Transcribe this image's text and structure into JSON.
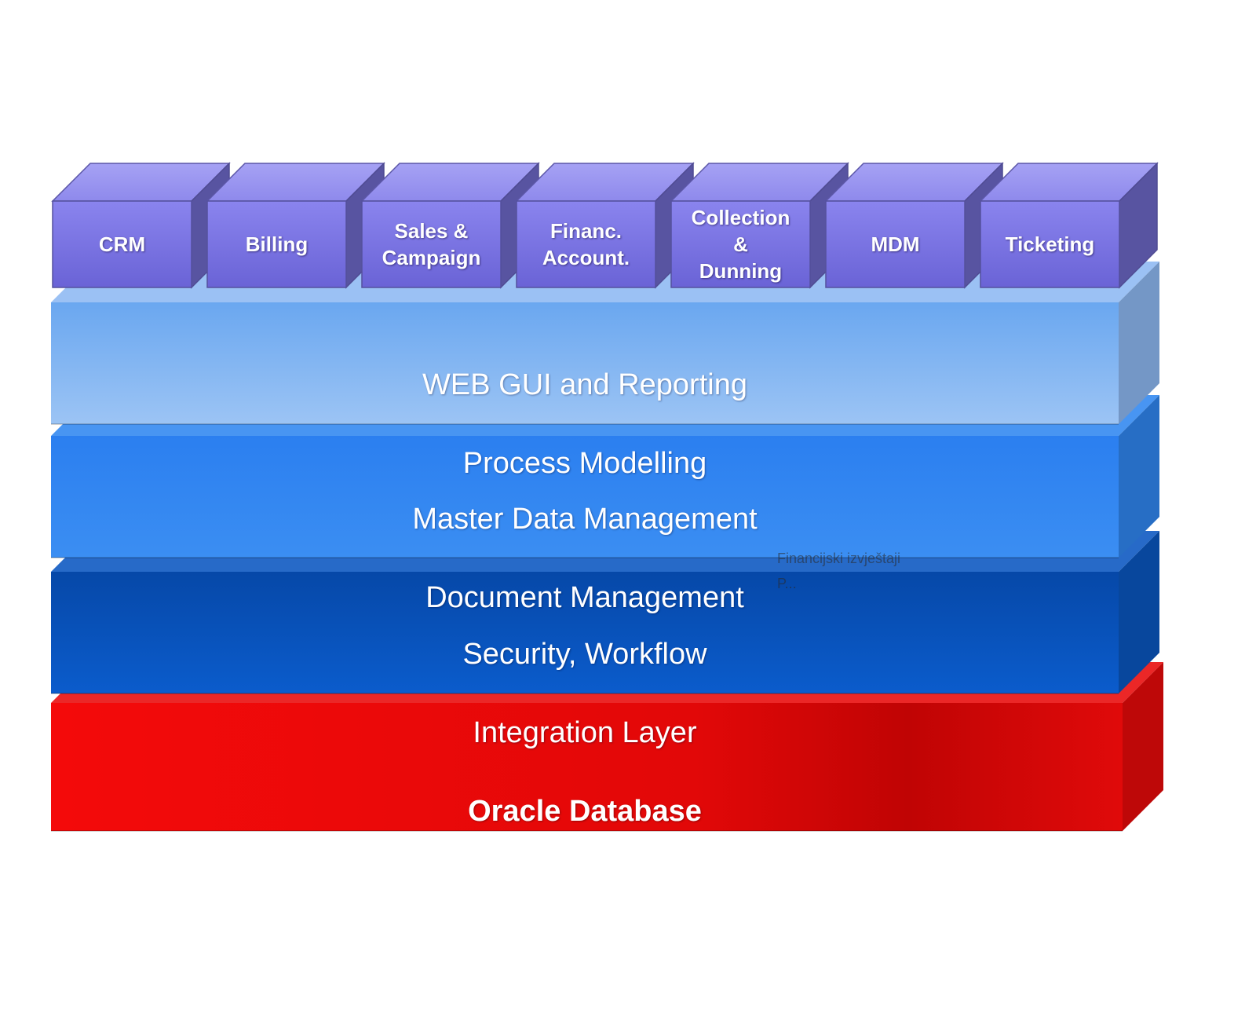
{
  "modules": [
    {
      "lines": [
        "CRM"
      ]
    },
    {
      "lines": [
        "Billing"
      ]
    },
    {
      "lines": [
        "Sales &",
        "Campaign"
      ]
    },
    {
      "lines": [
        "Financ.",
        "Account."
      ]
    },
    {
      "lines": [
        "Collection",
        "&",
        "Dunning"
      ]
    },
    {
      "lines": [
        "MDM"
      ]
    },
    {
      "lines": [
        "Ticketing"
      ]
    }
  ],
  "layers": {
    "web_gui": {
      "line1": "WEB GUI and Reporting",
      "line2": "Process Modelling",
      "color": "#8db8f2"
    },
    "master_data": {
      "line1": "Master Data Management",
      "line2": "Document Management",
      "color": "#2f86f0"
    },
    "security": {
      "line1": "Security, Workflow",
      "line2": "Integration Layer",
      "color": "#0a56c0"
    },
    "database": {
      "label": "Oracle Database",
      "color": "#e80a0a"
    }
  },
  "module_color": "#7a74e0",
  "overlay_note": {
    "line1": "Financijski izvještaji",
    "line2": "P..."
  }
}
